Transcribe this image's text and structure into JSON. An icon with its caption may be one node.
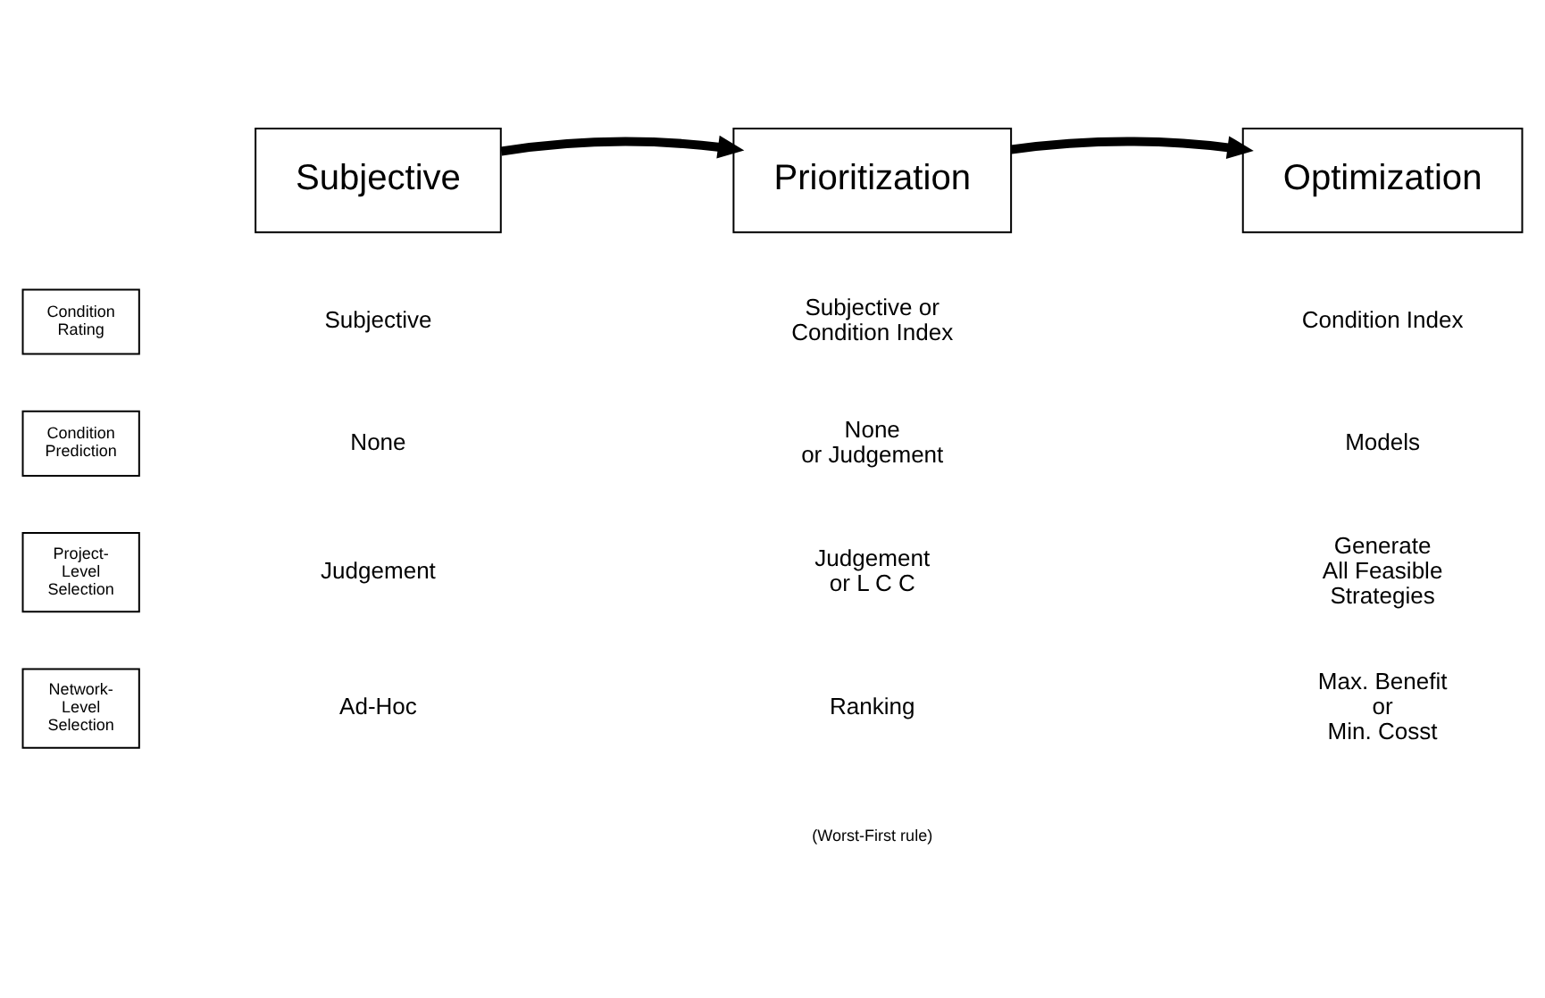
{
  "diagram": {
    "nodes": [
      {
        "text": [
          "Subjective"
        ]
      },
      {
        "text": [
          "Prioritization"
        ]
      },
      {
        "text": [
          "Optimization"
        ]
      },
      {
        "text": [
          "Condition Rating"
        ]
      },
      {
        "text": [
          "Condition Prediction"
        ]
      },
      {
        "text": [
          "Project-Level Selection"
        ]
      },
      {
        "text": [
          "Network-Level Selection"
        ]
      }
    ],
    "edges": [
      {
        "from": 0,
        "to": 1,
        "arrow": "to"
      },
      {
        "from": 1,
        "to": 2,
        "arrow": "to"
      }
    ],
    "labels": [
      "Subjective",
      "Subjective or Condition Index",
      "Condition Index",
      "None",
      "None or Judgement",
      "Models",
      "Judgement",
      "Judgement or L C C",
      "Generate All Feasible Strategies",
      "Ad-Hoc",
      "Ranking",
      "(Worst-First rule)",
      "Max. Benefit or Min. Cosst"
    ]
  }
}
